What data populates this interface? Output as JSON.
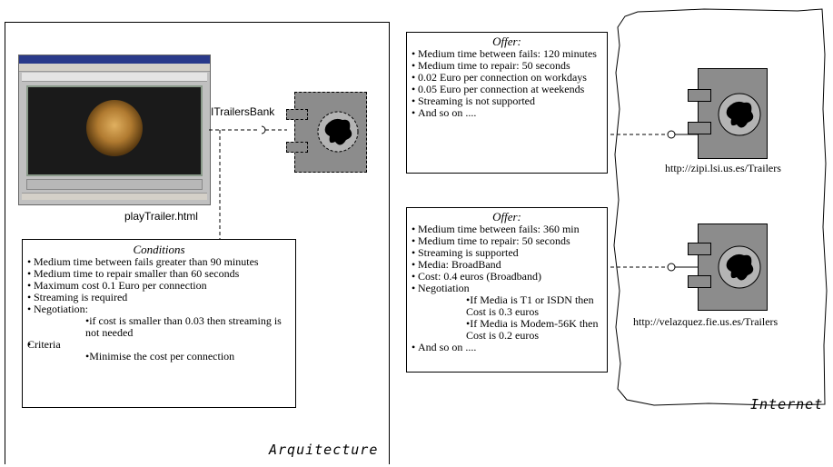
{
  "architecture": {
    "label": "Arquitecture",
    "interface_label": "ITrailersBank",
    "page_caption": "playTrailer.html",
    "conditions": {
      "title": "Conditions",
      "items": [
        "Medium time between fails greater than 90 minutes",
        "Medium time to repair  smaller than 60 seconds",
        "Maximum cost 0.1 Euro  per connection",
        "Streaming is required",
        "Negotiation:"
      ],
      "negotiation_sub": [
        "if cost is smaller than 0.03    then streaming is not needed"
      ],
      "criteria_label": "Criteria",
      "criteria_sub": [
        "Minimise the cost per connection"
      ]
    }
  },
  "internet": {
    "label": "Internet",
    "offers": [
      {
        "title": "Offer:",
        "url": "http://zipi.lsi.us.es/Trailers",
        "items": [
          "Medium time between fails: 120 minutes",
          "Medium time to repair: 50 seconds",
          "0.02 Euro per connection on workdays",
          "0.05 Euro per connection at weekends",
          "Streaming is not supported",
          "And so on ...."
        ]
      },
      {
        "title": "Offer:",
        "url": "http://velazquez.fie.us.es/Trailers",
        "items": [
          "Medium time between fails: 360 min",
          "Medium time to repair: 50 seconds",
          "Streaming is supported",
          "Media: BroadBand",
          "Cost: 0.4 euros (Broadband)",
          "Negotiation"
        ],
        "negotiation_sub": [
          "If Media is T1 or ISDN then Cost is 0.3 euros",
          "If Media is Modem-56K then Cost is 0.2 euros"
        ],
        "tail": "And so on ...."
      }
    ]
  },
  "colors": {
    "component_fill": "#8c8c8c",
    "line": "#000000",
    "screen": "#c8d4c8"
  }
}
